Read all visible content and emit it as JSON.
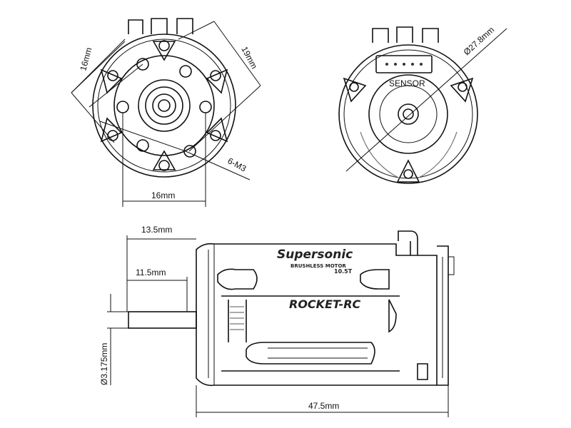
{
  "front_view": {
    "dim_left": "16mm",
    "dim_right": "19mm",
    "dim_bottom": "16mm",
    "hole_spec": "6-M3"
  },
  "rear_view": {
    "diameter": "Ø27.8mm",
    "sensor_label": "SENSOR"
  },
  "side_view": {
    "dim_shaft_outer": "13.5mm",
    "dim_shaft_inner": "11.5mm",
    "dim_shaft_diameter": "Ø3.175mm",
    "dim_length": "47.5mm",
    "brand": "Supersonic",
    "subtitle": "BRUSHLESS MOTOR",
    "turns": "10.5T",
    "maker": "ROCKET-RC"
  },
  "colors": {
    "line": "#111111",
    "background": "#ffffff"
  }
}
